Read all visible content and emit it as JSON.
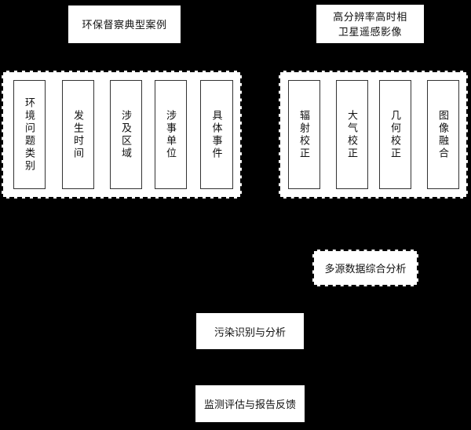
{
  "page": {
    "background_color": "#000000",
    "box_fill_color": "#ffffff",
    "text_color": "#111111"
  },
  "sources": {
    "case_title": "环保督察典型案例",
    "satellite_title_line1": "高分辨率高时相",
    "satellite_title_line2": "卫星遥感影像"
  },
  "case_panel": {
    "items": [
      {
        "label": "环境问题类别"
      },
      {
        "label": "发生时间"
      },
      {
        "label": "涉及区域"
      },
      {
        "label": "涉事单位"
      },
      {
        "label": "具体事件"
      }
    ]
  },
  "image_panel": {
    "items": [
      {
        "label": "辐射校正"
      },
      {
        "label": "大气校正"
      },
      {
        "label": "几何校正"
      },
      {
        "label": "图像融合"
      }
    ]
  },
  "analysis_box": {
    "label": "多源数据综合分析"
  },
  "pollution_box": {
    "label": "污染识别与分析"
  },
  "monitor_box": {
    "label": "监测评估与报告反馈"
  }
}
